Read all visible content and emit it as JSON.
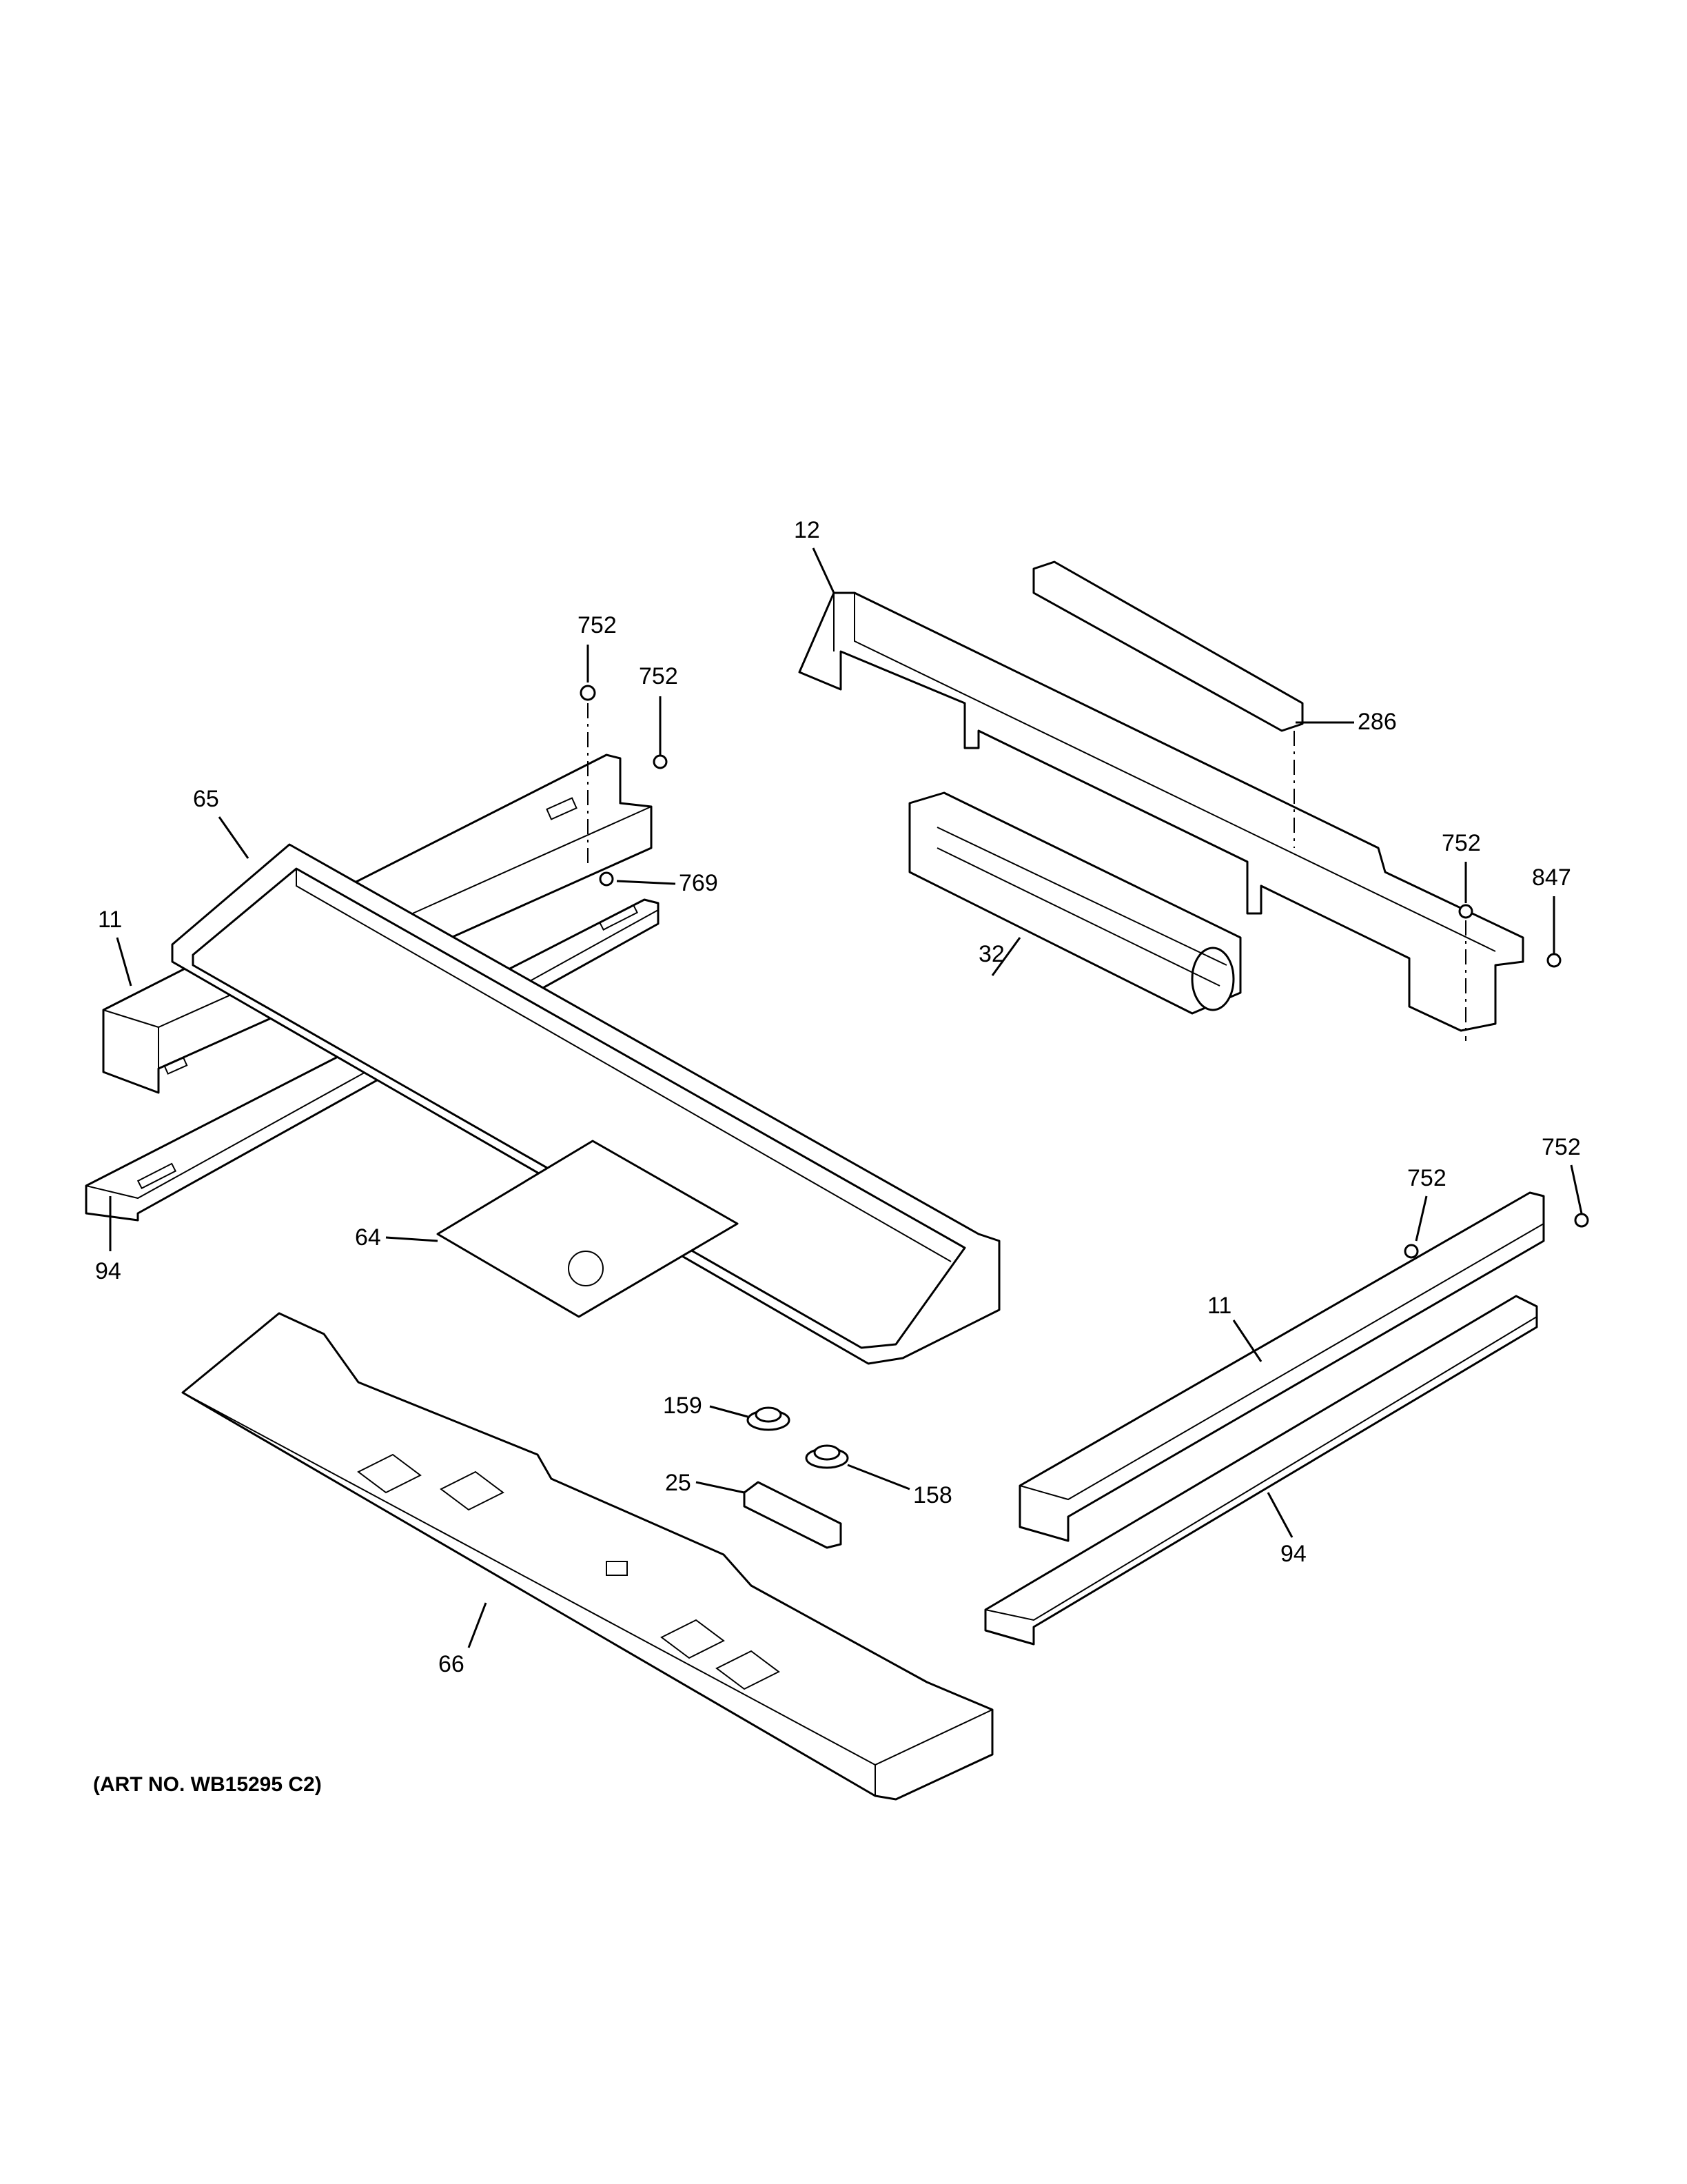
{
  "callouts": [
    {
      "id": "c752a",
      "label": "752"
    },
    {
      "id": "c752b",
      "label": "752"
    },
    {
      "id": "c769",
      "label": "769"
    },
    {
      "id": "c65",
      "label": "65"
    },
    {
      "id": "c11a",
      "label": "11"
    },
    {
      "id": "c94a",
      "label": "94"
    },
    {
      "id": "c64",
      "label": "64"
    },
    {
      "id": "c12",
      "label": "12"
    },
    {
      "id": "c286",
      "label": "286"
    },
    {
      "id": "c32",
      "label": "32"
    },
    {
      "id": "c752c",
      "label": "752"
    },
    {
      "id": "c847",
      "label": "847"
    },
    {
      "id": "c752d",
      "label": "752"
    },
    {
      "id": "c752e",
      "label": "752"
    },
    {
      "id": "c11b",
      "label": "11"
    },
    {
      "id": "c94b",
      "label": "94"
    },
    {
      "id": "c159",
      "label": "159"
    },
    {
      "id": "c158",
      "label": "158"
    },
    {
      "id": "c25",
      "label": "25"
    },
    {
      "id": "c66",
      "label": "66"
    }
  ],
  "art_number": "(ART NO. WB15295 C2)"
}
